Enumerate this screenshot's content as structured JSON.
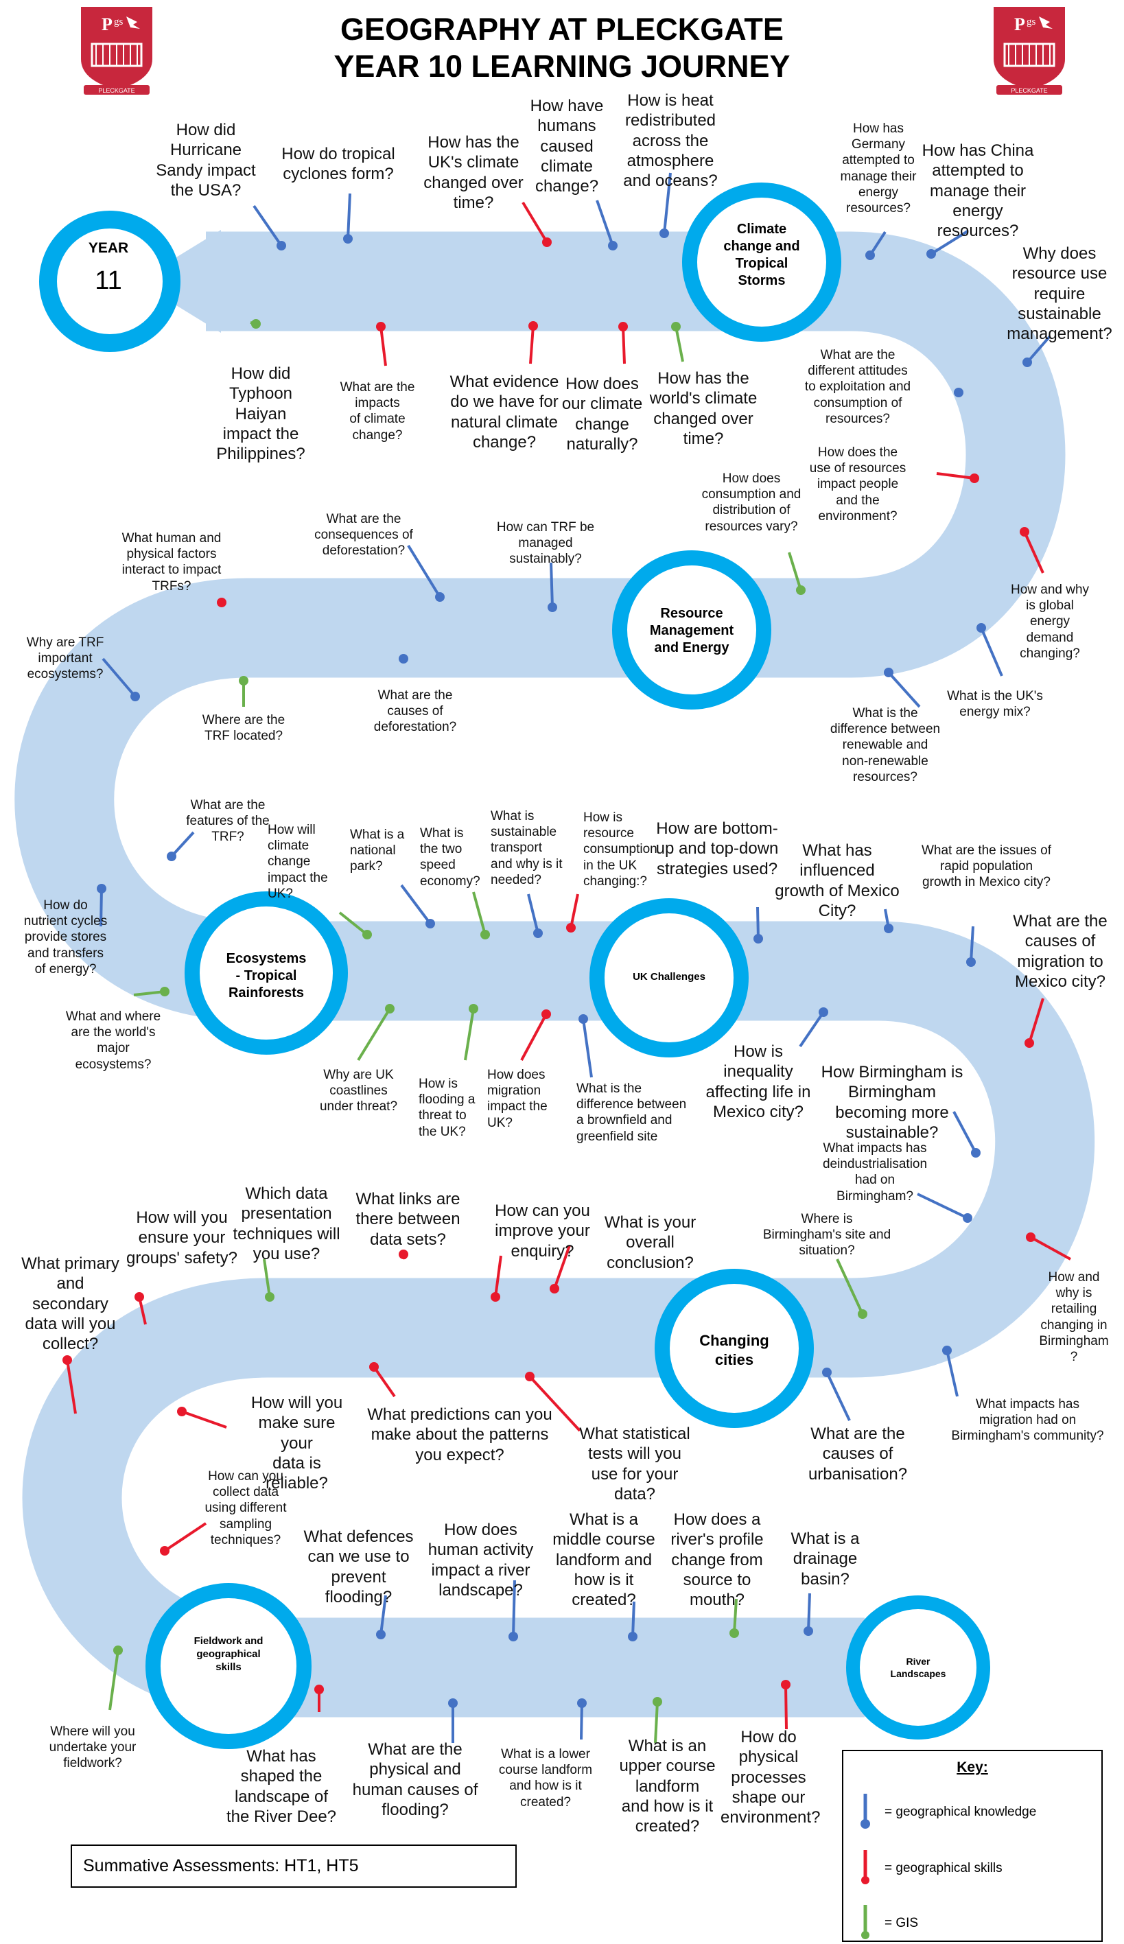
{
  "title_line1": "GEOGRAPHY AT PLECKGATE",
  "title_line2": "YEAR 10 LEARNING JOURNEY",
  "logo_text": "PLECKGATE",
  "year_label": "YEAR",
  "year_number": "11",
  "colors": {
    "path": "#bfd7ef",
    "ring": "#00aaec",
    "knowledge": "#4472c4",
    "skills": "#e8192c",
    "gis": "#6ab04c",
    "logo": "#c8273d"
  },
  "topics": {
    "climate": "Climate\nchange and\nTropical\nStorms",
    "resource": "Resource\nManagement\nand Energy",
    "ecosystems": "Ecosystems\n- Tropical\nRainforests",
    "uk": "UK Challenges",
    "cities": "Changing\ncities",
    "fieldwork": "Fieldwork and\ngeographical\nskills",
    "rivers": "River\nLandscapes"
  },
  "questions": [
    {
      "text": "How did\nHurricane\nSandy impact\nthe USA?",
      "type": "knowledge"
    },
    {
      "text": "How do tropical\ncyclones form?",
      "type": "knowledge"
    },
    {
      "text": "How has the\nUK's climate\nchanged over\ntime?",
      "type": "skills"
    },
    {
      "text": "How have\nhumans\ncaused\nclimate\nchange?",
      "type": "knowledge"
    },
    {
      "text": "How is heat\nredistributed\nacross the\natmosphere\nand oceans?",
      "type": "knowledge"
    },
    {
      "text": "How has\nGermany\nattempted to\nmanage their\nenergy\nresources?",
      "type": "knowledge"
    },
    {
      "text": "How has China\nattempted to\nmanage their\nenergy\nresources?",
      "type": "knowledge"
    },
    {
      "text": "Why does\nresource use\nrequire\nsustainable\nmanagement?",
      "type": "knowledge"
    },
    {
      "text": "How did\nTyphoon\nHaiyan\nimpact the\nPhilippines?",
      "type": "gis"
    },
    {
      "text": "What are the\nimpacts\nof climate\nchange?",
      "type": "skills"
    },
    {
      "text": "What evidence\ndo we have for\nnatural climate\nchange?",
      "type": "skills"
    },
    {
      "text": "How does\nour climate\nchange\nnaturally?",
      "type": "skills"
    },
    {
      "text": "How has the\nworld's climate\nchanged over\ntime?",
      "type": "gis"
    },
    {
      "text": "What are the\ndifferent attitudes\nto exploitation and\nconsumption of\nresources?",
      "type": "knowledge"
    },
    {
      "text": "How does the\nuse of resources\nimpact people\nand the\nenvironment?",
      "type": "skills"
    },
    {
      "text": "How does\nconsumption and\ndistribution of\nresources vary?",
      "type": "gis"
    },
    {
      "text": "How and why\nis global\nenergy\ndemand\nchanging?",
      "type": "skills"
    },
    {
      "text": "What is the UK's\nenergy mix?",
      "type": "knowledge"
    },
    {
      "text": "What is the\ndifference between\nrenewable and\nnon-renewable\nresources?",
      "type": "knowledge"
    },
    {
      "text": "What are the\nconsequences of\ndeforestation?",
      "type": "knowledge"
    },
    {
      "text": "How can TRF be\nmanaged\nsustainably?",
      "type": "knowledge"
    },
    {
      "text": "What human and\nphysical factors\ninteract to impact\nTRFs?",
      "type": "skills"
    },
    {
      "text": "Why are TRF\nimportant\necosystems?",
      "type": "knowledge"
    },
    {
      "text": "Where are the\nTRF located?",
      "type": "gis"
    },
    {
      "text": "What are the\ncauses of\ndeforestation?",
      "type": "knowledge"
    },
    {
      "text": "What are the\nfeatures of the\nTRF?",
      "type": "knowledge"
    },
    {
      "text": "How do\nnutrient cycles\nprovide stores\nand transfers\nof energy?",
      "type": "knowledge"
    },
    {
      "text": "What and where\nare the world's\nmajor\necosystems?",
      "type": "gis"
    },
    {
      "text": "How will\nclimate\nchange\nimpact the\nUK?",
      "type": "gis"
    },
    {
      "text": "What is a\nnational\npark?",
      "type": "knowledge"
    },
    {
      "text": "What is\nthe two\nspeed\neconomy?",
      "type": "gis"
    },
    {
      "text": "What is\nsustainable\ntransport\nand why is it\nneeded?",
      "type": "knowledge"
    },
    {
      "text": "How is\nresource\nconsumption\nin the UK\nchanging:?",
      "type": "skills"
    },
    {
      "text": "How are bottom-\nup and top-down\nstrategies used?",
      "type": "knowledge"
    },
    {
      "text": "What has\ninfluenced\ngrowth of Mexico\nCity?",
      "type": "knowledge"
    },
    {
      "text": "What are the issues of\nrapid population\ngrowth in Mexico city?",
      "type": "knowledge"
    },
    {
      "text": "What are the\ncauses of\nmigration to\nMexico city?",
      "type": "skills"
    },
    {
      "text": "Why are UK\ncoastlines\nunder threat?",
      "type": "gis"
    },
    {
      "text": "How is\nflooding a\nthreat to\nthe UK?",
      "type": "gis"
    },
    {
      "text": "How does\nmigration\nimpact the\nUK?",
      "type": "skills"
    },
    {
      "text": "What is the\ndifference between\na brownfield and\ngreenfield site",
      "type": "knowledge"
    },
    {
      "text": "How is\ninequality\naffecting life in\nMexico city?",
      "type": "knowledge"
    },
    {
      "text": "What is your\noverall\nconclusion?",
      "type": "skills"
    },
    {
      "text": "How can you\nimprove your\nenquiry?",
      "type": "skills"
    },
    {
      "text": "What links are\nthere between\ndata sets?",
      "type": "skills"
    },
    {
      "text": "Which data\npresentation\ntechniques will\nyou use?",
      "type": "gis"
    },
    {
      "text": "How will you\nensure your\ngroups' safety?",
      "type": "skills"
    },
    {
      "text": "What primary\nand\nsecondary\ndata will you\ncollect?",
      "type": "skills"
    },
    {
      "text": "How Birmingham is\nBirmingham\nbecoming more\nsustainable?",
      "type": "knowledge"
    },
    {
      "text": "What impacts has\ndeindustrialisation\nhad on\nBirmingham?",
      "type": "knowledge"
    },
    {
      "text": "Where is\nBirmingham's site and\nsituation?",
      "type": "gis"
    },
    {
      "text": "How and\nwhy is\nretailing\nchanging in\nBirmingham\n?",
      "type": "skills"
    },
    {
      "text": "What impacts has\nmigration had on\nBirmingham's community?",
      "type": "knowledge"
    },
    {
      "text": "What are the\ncauses of\nurbanisation?",
      "type": "knowledge"
    },
    {
      "text": "How will you\nmake sure your\ndata is\nreliable?",
      "type": "skills"
    },
    {
      "text": "What predictions can you\nmake about the patterns\nyou expect?",
      "type": "skills"
    },
    {
      "text": "What statistical\ntests will you\nuse for your\ndata?",
      "type": "skills"
    },
    {
      "text": "How can you\ncollect data\nusing different\nsampling\ntechniques?",
      "type": "skills"
    },
    {
      "text": "What defences\ncan we use to\nprevent\nflooding?",
      "type": "knowledge"
    },
    {
      "text": "How does\nhuman activity\nimpact a river\nlandscape?",
      "type": "knowledge"
    },
    {
      "text": "What is a\nmiddle course\nlandform and\nhow is it\ncreated?",
      "type": "knowledge"
    },
    {
      "text": "How does a\nriver's profile\nchange from\nsource to\nmouth?",
      "type": "gis"
    },
    {
      "text": "What is a\ndrainage\nbasin?",
      "type": "knowledge"
    },
    {
      "text": "Where will you\nundertake your\nfieldwork?",
      "type": "gis"
    },
    {
      "text": "What has\nshaped the\nlandscape of\nthe River Dee?",
      "type": "skills"
    },
    {
      "text": "What are the\nphysical and\nhuman causes of\nflooding?",
      "type": "knowledge"
    },
    {
      "text": "What is a lower\ncourse landform\nand how is it\ncreated?",
      "type": "knowledge"
    },
    {
      "text": "What is an\nupper course\nlandform\nand how is it\ncreated?",
      "type": "gis"
    },
    {
      "text": "How do\nphysical\nprocesses\nshape our\nenvironment?",
      "type": "skills"
    }
  ],
  "summative": "Summative Assessments: HT1, HT5",
  "key": {
    "title": "Key:",
    "knowledge": "= geographical knowledge",
    "skills": "= geographical skills",
    "gis": "= GIS"
  }
}
